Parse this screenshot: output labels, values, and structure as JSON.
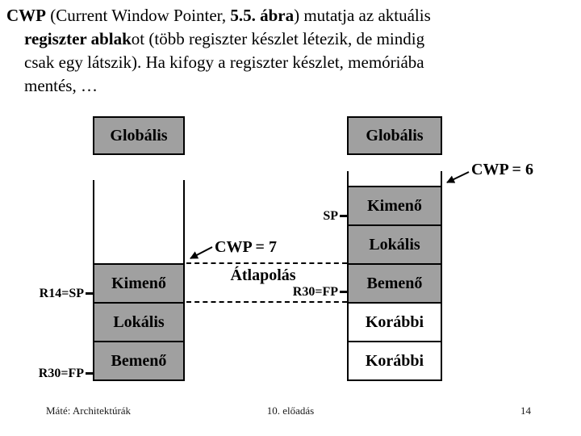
{
  "title": {
    "lines": [
      {
        "seg0": "CWP",
        "seg1": " (Current Window Pointer, ",
        "seg2": "5.5. ábra",
        "seg3": ") mutatja az aktuális"
      },
      {
        "seg0": "regiszter ablak",
        "seg1": "ot (több regiszter készlet létezik, de mindig"
      },
      {
        "seg0": "csak egy látszik). Ha kifogy a regiszter készlet, memóriába"
      },
      {
        "seg0": "mentés, …"
      }
    ]
  },
  "diagram": {
    "left_window": {
      "global": "Globális",
      "outgoing": "Kimenő",
      "local": "Lokális",
      "incoming": "Bemenő",
      "cwp": "CWP = 7",
      "sp": "R14=SP",
      "fp": "R30=FP"
    },
    "right_window": {
      "global": "Globális",
      "outgoing": "Kimenő",
      "local": "Lokális",
      "incoming": "Bemenő",
      "previous1": "Korábbi",
      "previous2": "Korábbi",
      "cwp": "CWP = 6",
      "sp": "SP",
      "fp": "R30=FP"
    },
    "overlap": "Átlapolás"
  },
  "footer": {
    "author": "Máté: Architektúrák",
    "lecture": "10. előadás",
    "page": "14"
  },
  "colors": {
    "box_gray": "#a0a0a0",
    "line_black": "#000000"
  }
}
